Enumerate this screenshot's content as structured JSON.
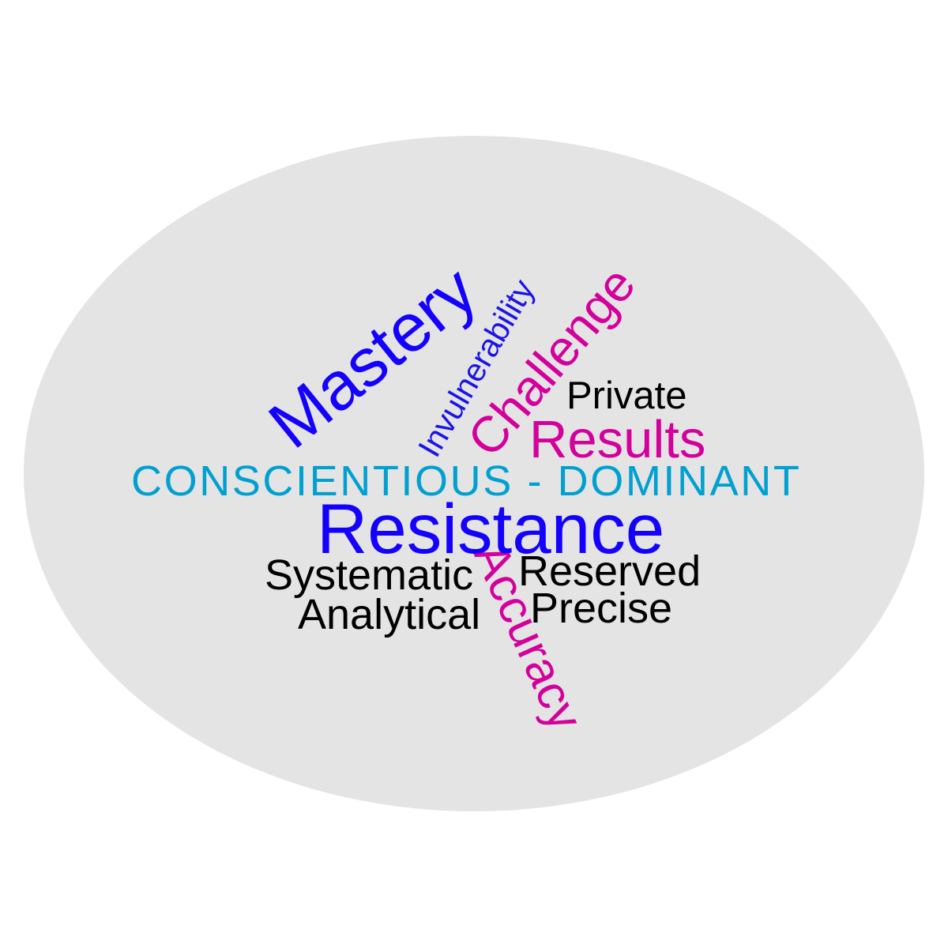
{
  "word_cloud": {
    "background_color": "#ffffff",
    "ellipse_color": "#e4e4e4",
    "colors": {
      "blue": "#1400ff",
      "magenta": "#d4009c",
      "cyan": "#00a0d0",
      "black": "#000000"
    },
    "words": {
      "title": "CONSCIENTIOUS - DOMINANT",
      "mastery": "Mastery",
      "invulnerability": "Invulnerability",
      "challenge": "Challenge",
      "private": "Private",
      "results": "Results",
      "resistance": "Resistance",
      "systematic": "Systematic",
      "analytical": "Analytical",
      "accuracy": "Accuracy",
      "reserved": "Reserved",
      "precise": "Precise"
    }
  }
}
